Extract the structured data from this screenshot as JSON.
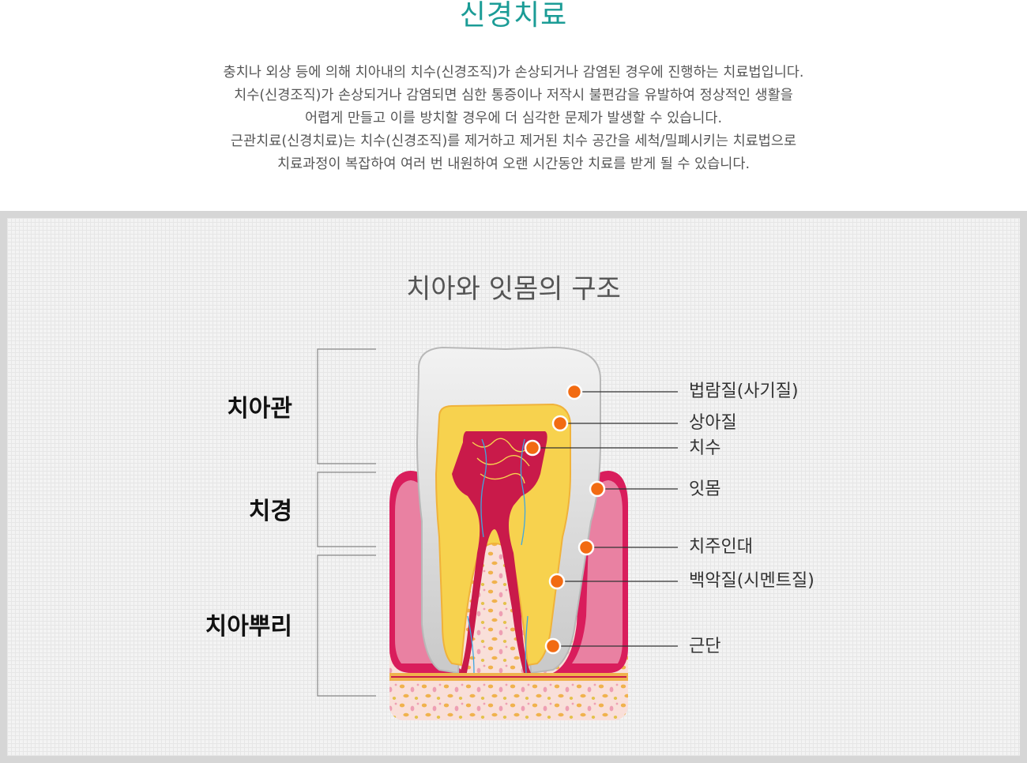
{
  "page": {
    "title": "신경치료",
    "intro_lines": [
      "충치나 외상 등에 의해 치아내의 치수(신경조직)가 손상되거나 감염된 경우에 진행하는 치료법입니다.",
      "치수(신경조직)가 손상되거나 감염되면 심한 통증이나 저작시 불편감을 유발하여 정상적인 생활을",
      "어렵게 만들고 이를 방치할 경우에 더 심각한 문제가 발생할 수 있습니다.",
      "근관치료(신경치료)는 치수(신경조직)를 제거하고 제거된 치수 공간을 세척/밀폐시키는 치료법으로",
      "치료과정이 복잡하여 여러 번 내원하여 오랜 시간동안 치료를 받게 될 수 있습니다."
    ]
  },
  "diagram": {
    "title": "치아와 잇몸의 구조",
    "regions": [
      "치아관",
      "치경",
      "치아뿌리"
    ],
    "parts": [
      "법람질(사기질)",
      "상아질",
      "치수",
      "잇몸",
      "치주인대",
      "백악질(시멘트질)",
      "근단"
    ]
  },
  "colors": {
    "title_teal": "#1b9c96",
    "marker_orange": "#f26b12",
    "enamel_gray": "#d8d8d8",
    "dentin_yellow": "#f7d24e",
    "pulp_red": "#c91a4a",
    "gum_pink": "#d91d5c",
    "bone_pink": "#f7d9d4"
  }
}
